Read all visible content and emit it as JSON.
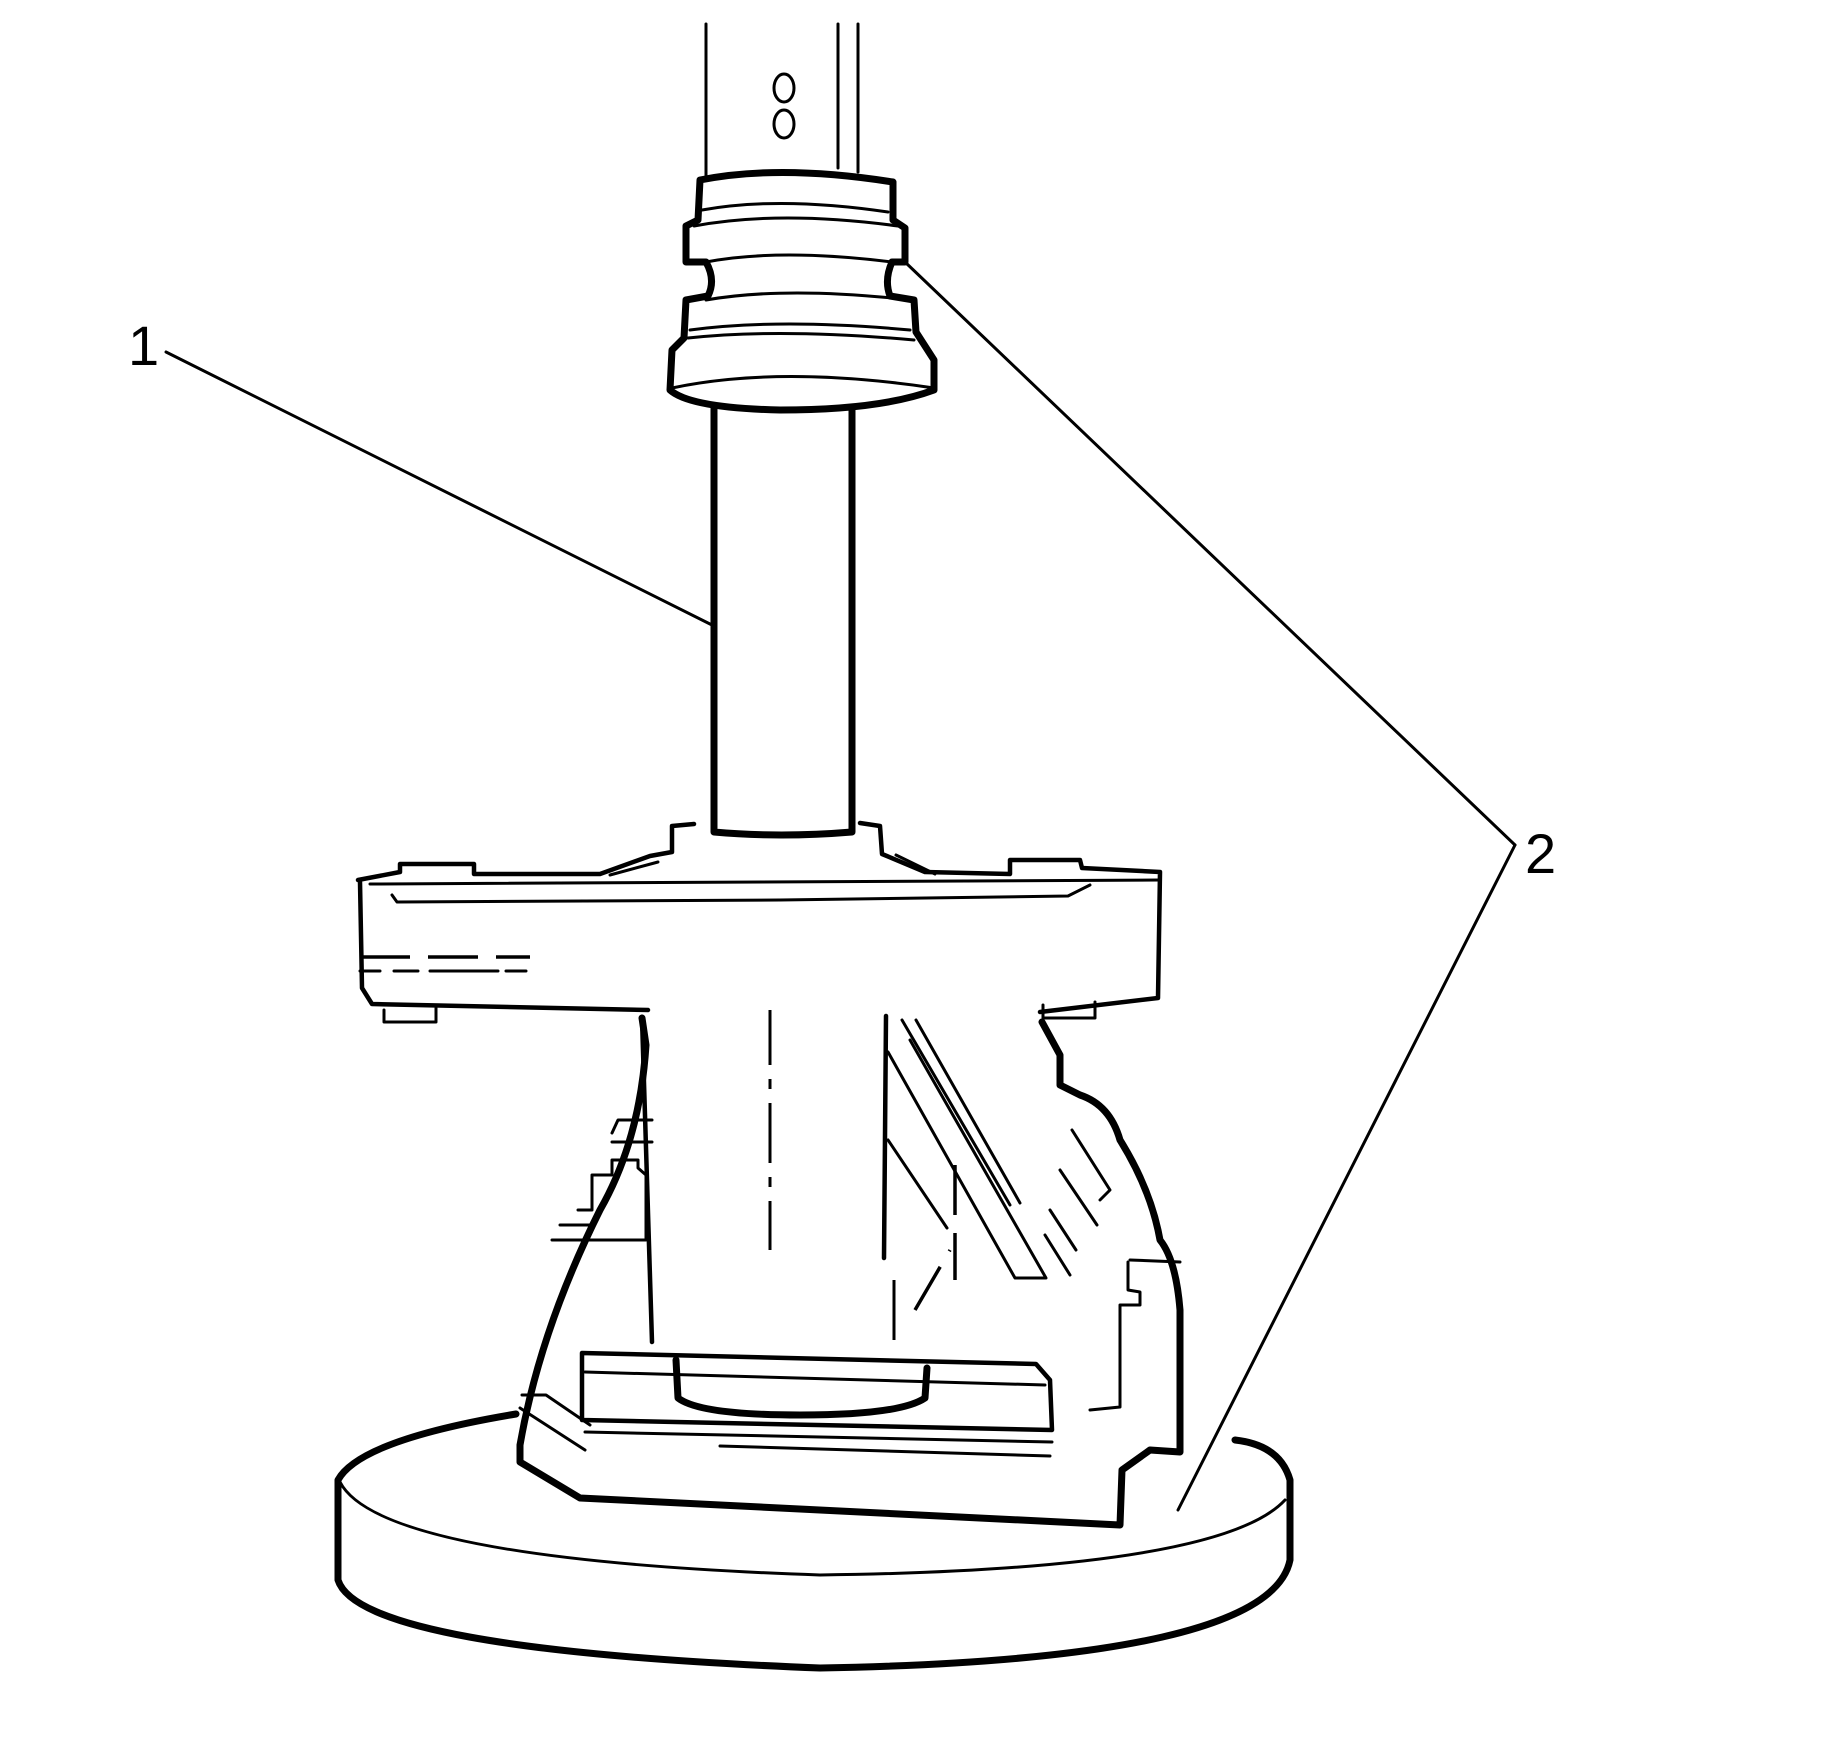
{
  "figure": {
    "type": "technical-line-illustration",
    "subject": "Strut / knuckle assembly pressed onto base plate",
    "background_color": "#ffffff",
    "line_color": "#000000"
  },
  "callouts": [
    {
      "id": "1",
      "label": "1",
      "target": "shaft"
    },
    {
      "id": "2",
      "label": "2",
      "target": "press tool adapter and base plate"
    }
  ]
}
